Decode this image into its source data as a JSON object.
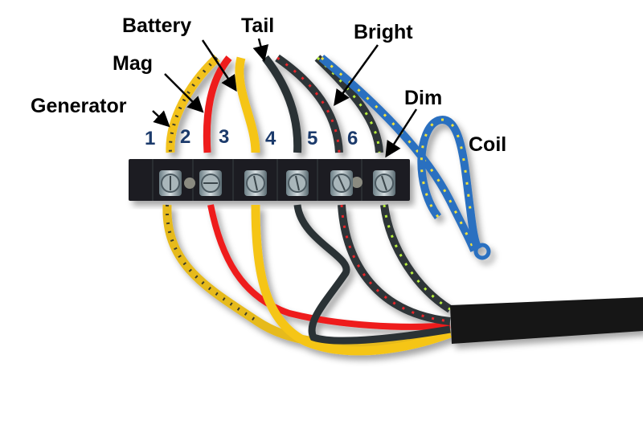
{
  "title": "Terminal block wiring diagram",
  "labels": {
    "generator": "Generator",
    "mag": "Mag",
    "battery": "Battery",
    "tail": "Tail",
    "bright": "Bright",
    "dim": "Dim",
    "coil": "Coil"
  },
  "terminals": [
    "1",
    "2",
    "3",
    "4",
    "5",
    "6"
  ],
  "wire_colors": {
    "generator": "#f2c21b",
    "mag": "#ee1c1c",
    "battery": "#f5c518",
    "tail": "#2b3236",
    "bright": "#2e3438",
    "dim": "#2e3438",
    "coil": "#2a6fc0",
    "tracer_red": "#e8262a",
    "tracer_green": "#b8f03a",
    "tracer_yellow": "#f2e23a",
    "block": "#1d1f20",
    "sleeve": "#141414",
    "number_color": "#1b3a6b"
  }
}
